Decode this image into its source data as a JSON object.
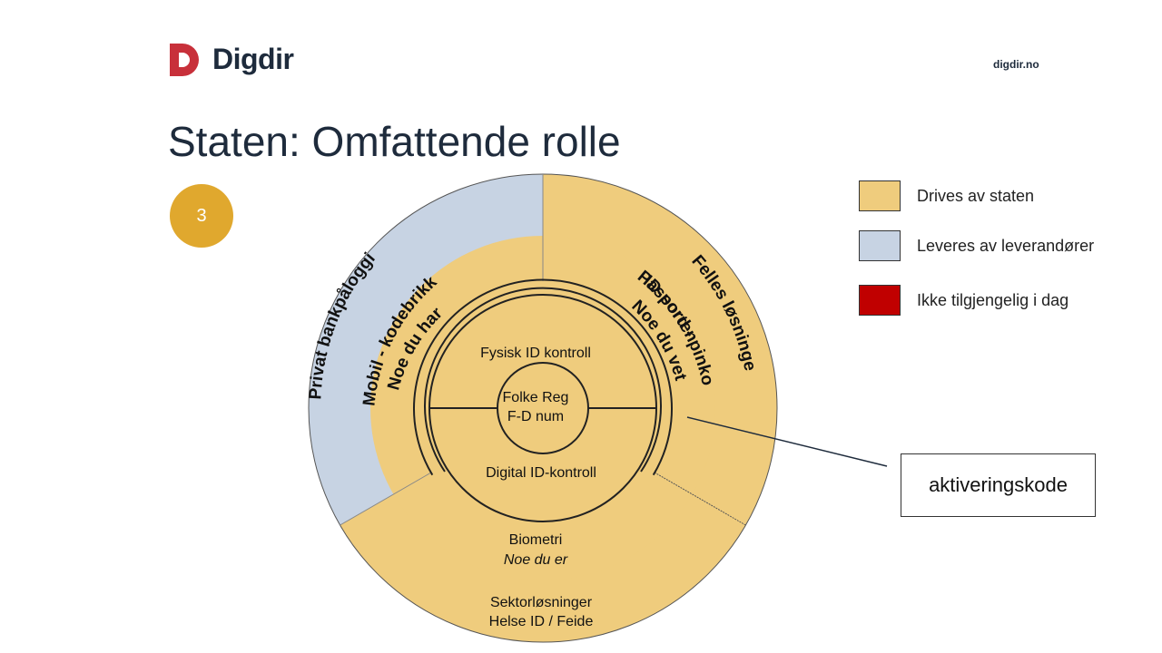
{
  "header": {
    "logo_text": "Digdir",
    "site": "digdir.no"
  },
  "title": "Staten: Omfattende rolle",
  "badge": "3",
  "colors": {
    "state": "#efcc7d",
    "supplier": "#c7d3e3",
    "unavailable": "#c00000",
    "accent": "#e0a82e",
    "brand_red": "#c8303a"
  },
  "legend": [
    {
      "label": "Drives av staten",
      "color": "#efcc7d"
    },
    {
      "label": "Leveres av leverandører",
      "color": "#c7d3e3"
    },
    {
      "label": "Ikke tilgjengelig i dag",
      "color": "#c00000"
    }
  ],
  "diagram": {
    "center_line1": "Folke Reg",
    "center_line2": "F-D num",
    "physical": "Fysisk ID kontroll",
    "digital": "Digital ID-kontroll",
    "biometrics_line1": "Biometri",
    "biometrics_line2": "Noe du er",
    "sector_line1": "Sektorløsninger",
    "sector_line2": "Helse ID / Feide",
    "arc_private": "Privat bankpålogging",
    "arc_mobile1": "Mobil - kodebrikke",
    "arc_mobile2": "Noe du har",
    "arc_common1": "Felles løsninger",
    "arc_common2": "ID-porten",
    "arc_password1": "Passord - pinkode",
    "arc_password2": "Noe du vet"
  },
  "callout": "aktiveringskode"
}
